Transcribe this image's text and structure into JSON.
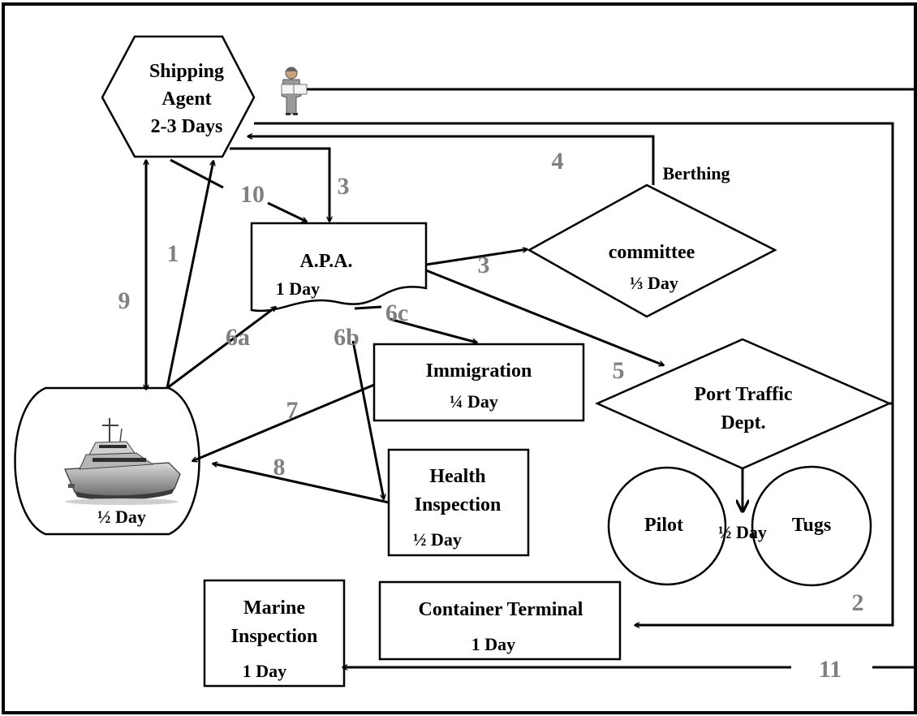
{
  "nodes": {
    "shipping_agent": {
      "line1": "Shipping",
      "line2": "Agent",
      "line3": "2-3 Days"
    },
    "apa": {
      "title": "A.P.A.",
      "duration": "1 Day"
    },
    "committee": {
      "top": "Berthing",
      "title": "committee",
      "duration": "⅓ Day"
    },
    "port_traffic": {
      "line1": "Port Traffic",
      "line2": "Dept."
    },
    "pilot": {
      "label": "Pilot"
    },
    "tugs": {
      "label": "Tugs"
    },
    "pilot_tugs_duration": "½ Day",
    "immigration": {
      "title": "Immigration",
      "duration": "¼ Day"
    },
    "health": {
      "line1": "Health",
      "line2": "Inspection",
      "duration": "½ Day"
    },
    "ship": {
      "duration": "½ Day"
    },
    "marine": {
      "line1": "Marine",
      "line2": "Inspection",
      "duration": "1 Day"
    },
    "container": {
      "title": "Container Terminal",
      "duration": "1 Day"
    }
  },
  "step_labels": {
    "s1": "1",
    "s2": "2",
    "s3a": "3",
    "s3b": "3",
    "s4": "4",
    "s5": "5",
    "s6a": "6a",
    "s6b": "6b",
    "s6c": "6c",
    "s7": "7",
    "s8": "8",
    "s9": "9",
    "s10": "10",
    "s11": "11"
  },
  "icons": {
    "person": "person-holding-paper-icon",
    "ship": "ship-icon"
  }
}
